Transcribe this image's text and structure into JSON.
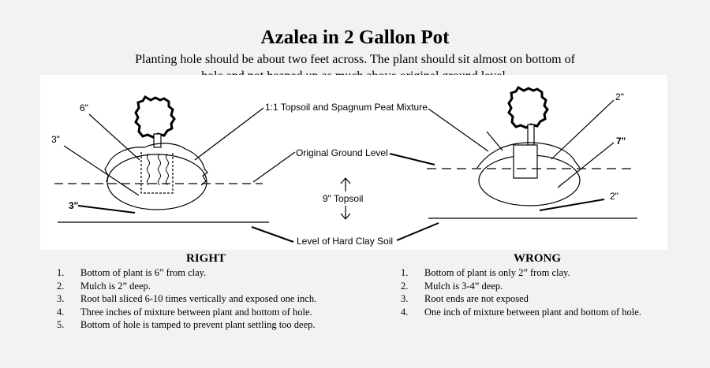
{
  "title": "Azalea in 2 Gallon Pot",
  "subtitle_line1": "Planting hole should be about two feet across.  The plant should sit almost on bottom of",
  "subtitle_line2": "hole and not heaped up as much above original ground level.",
  "diagram": {
    "labels": {
      "mixture": "1:1  Topsoil and Spagnum Peat Mixture",
      "ground": "Original Ground Level",
      "topsoil": "9\" Topsoil",
      "clay": "Level of Hard Clay Soil",
      "left_6": "6\"",
      "left_3_top": "3\"",
      "left_3_bottom": "3\"",
      "right_2_top": "2\"",
      "right_7": "7\"",
      "right_2_bottom": "2\""
    }
  },
  "right": {
    "heading": "RIGHT",
    "items": [
      {
        "num": "1.",
        "text": "Bottom of plant is 6” from clay."
      },
      {
        "num": "2.",
        "text": "Mulch is 2” deep."
      },
      {
        "num": "3.",
        "text": "Root ball sliced 6-10 times vertically and exposed one inch."
      },
      {
        "num": "4.",
        "text": "Three inches of mixture between plant and bottom of hole."
      },
      {
        "num": "5.",
        "text": "Bottom of hole is tamped to prevent plant settling too deep."
      }
    ]
  },
  "wrong": {
    "heading": "WRONG",
    "items": [
      {
        "num": "1.",
        "text": "Bottom of plant is only 2” from clay."
      },
      {
        "num": "2.",
        "text": "Mulch is 3-4” deep."
      },
      {
        "num": "3.",
        "text": "Root ends are not exposed"
      },
      {
        "num": "4.",
        "text": "One inch of mixture between plant and bottom of hole."
      }
    ]
  }
}
